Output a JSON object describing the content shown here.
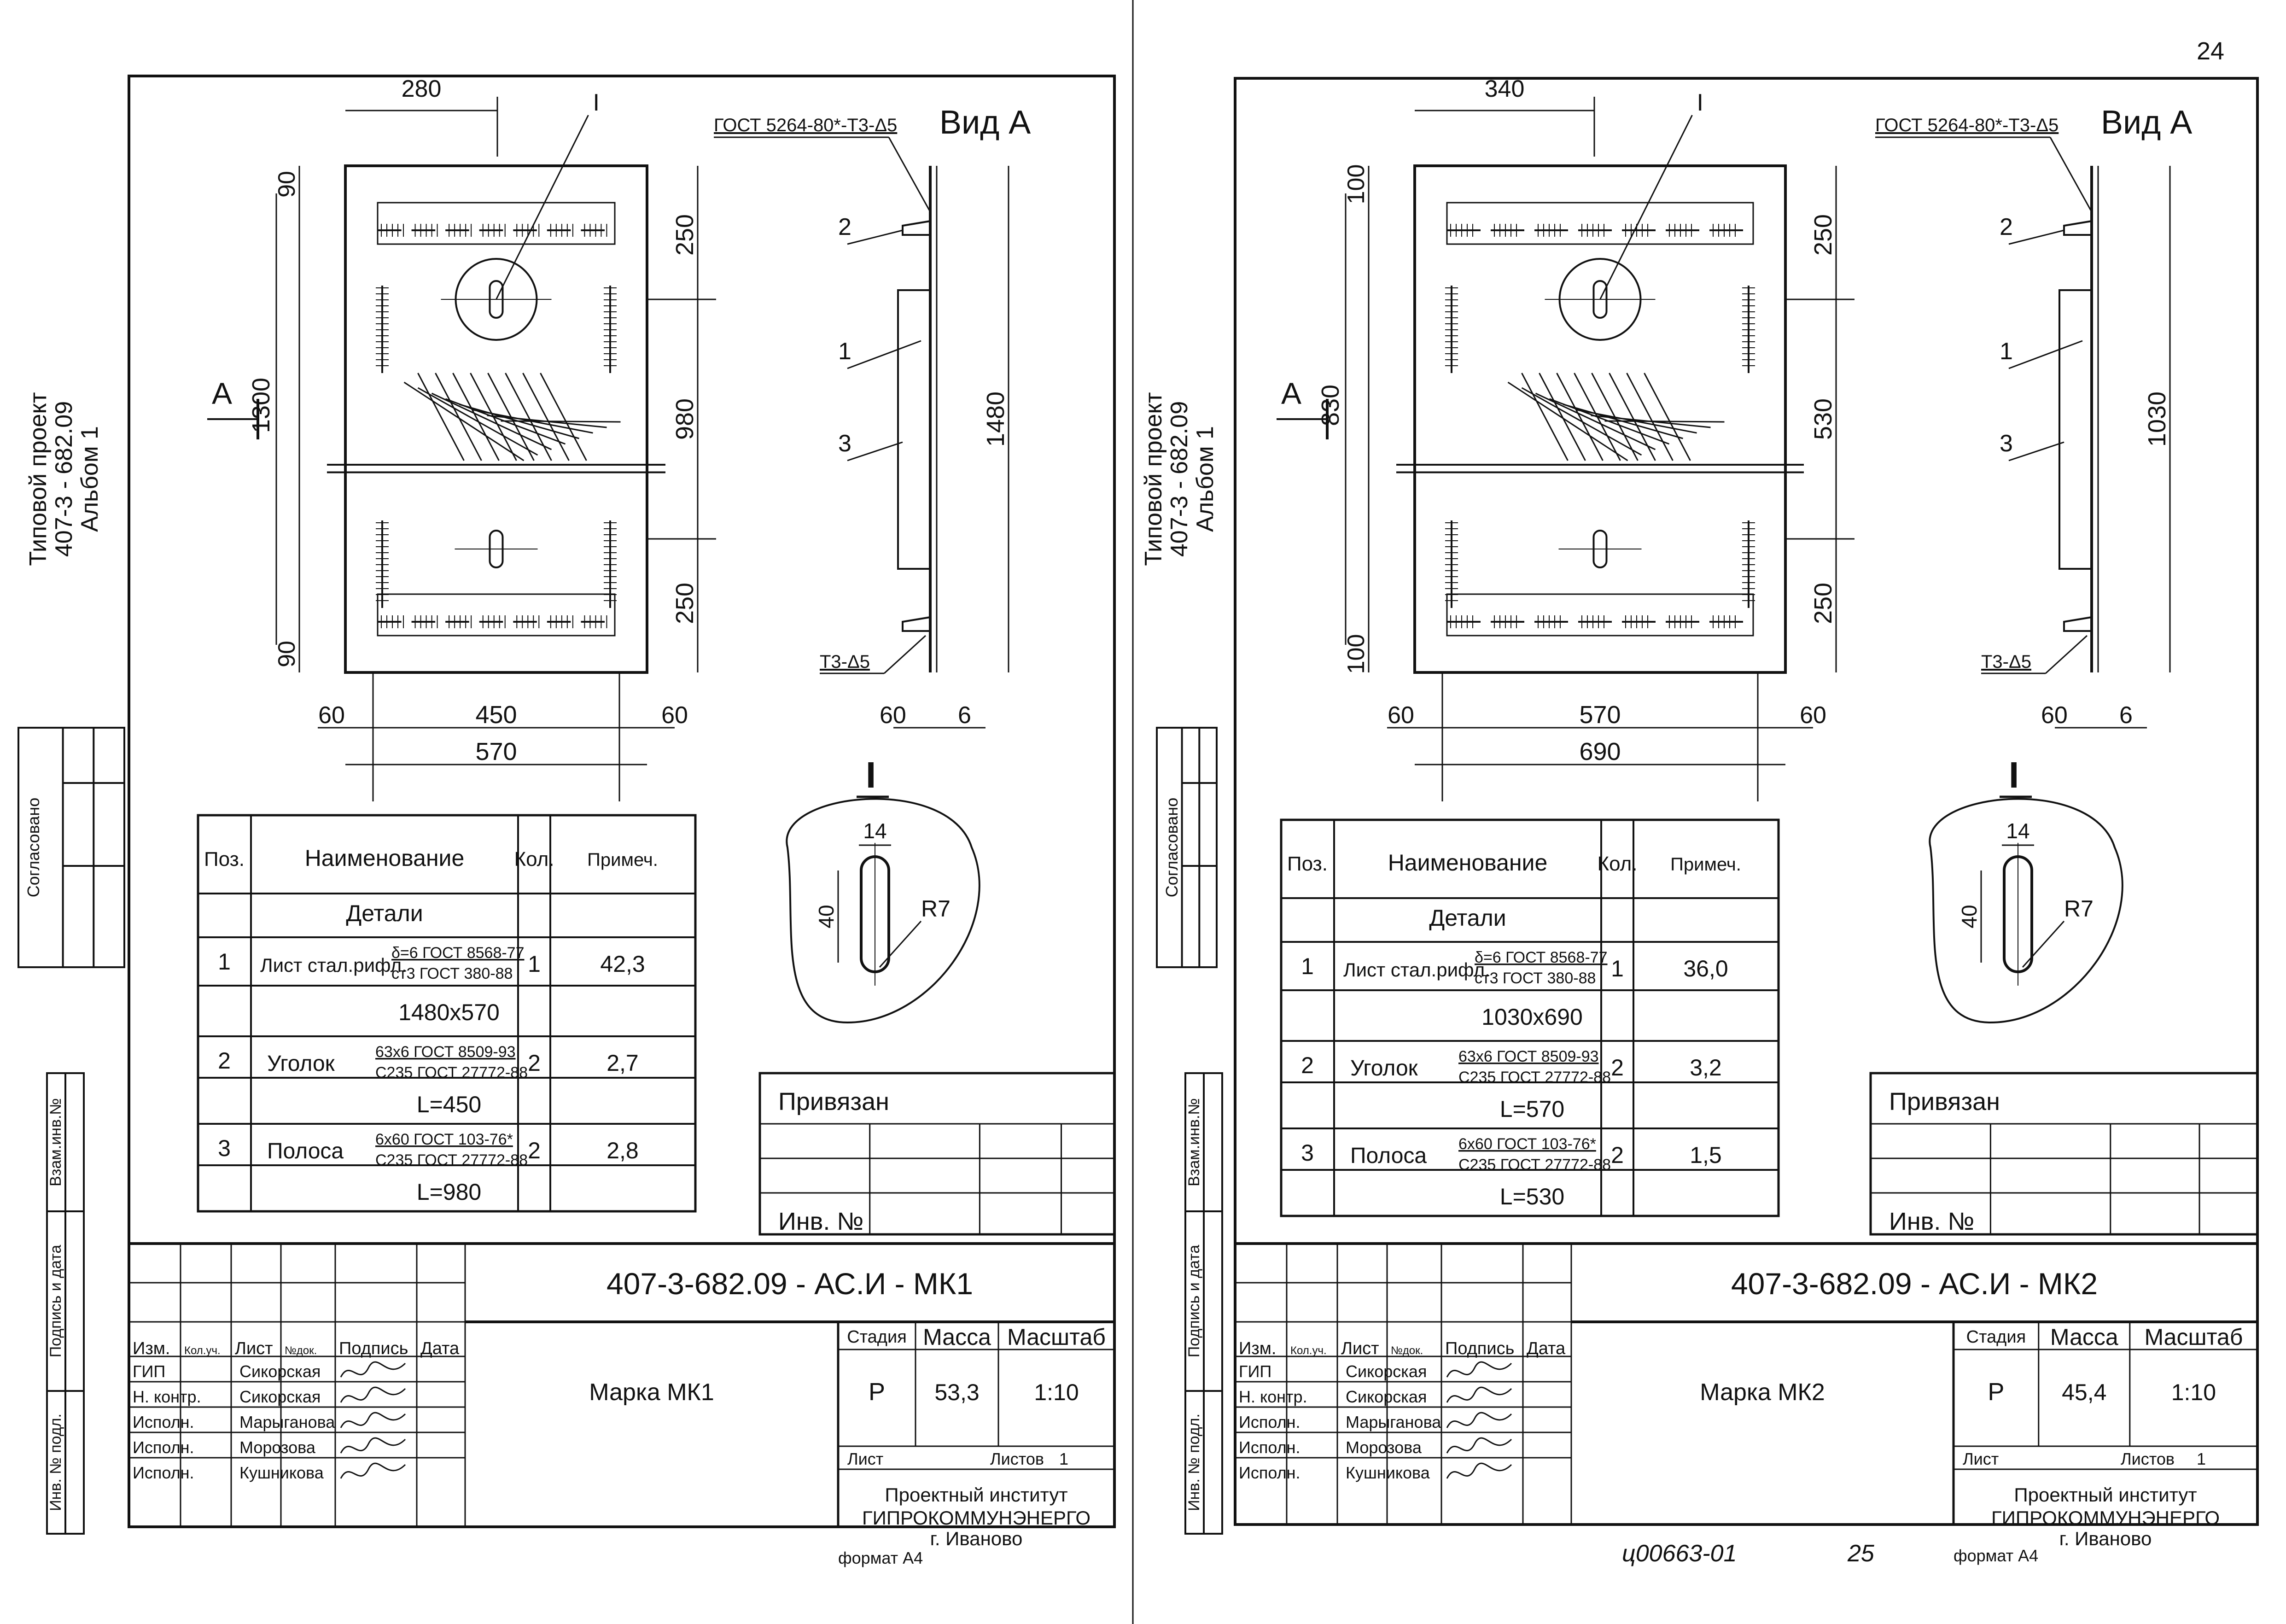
{
  "page_number": "24",
  "sheets": [
    {
      "side_block": {
        "project_line1": "Типовой проект",
        "project_line2": "407-3 - 682.09",
        "project_line3": "Альбом 1",
        "agreed": "Согласовано",
        "vzam": "Взам.инв.№",
        "podpis_data": "Подпись и дата",
        "inv_podl": "Инв. № подл."
      },
      "drawing": {
        "dim_top_offset": "280",
        "callout_I": "I",
        "dim_left_top": "90",
        "dim_left_bottom": "90",
        "dim_right_top": "250",
        "dim_right_mid": "980",
        "dim_right_bottom": "250",
        "dim_left_total": "1300",
        "dim_bottom_left": "60",
        "dim_bottom_mid": "450",
        "dim_bottom_right": "60",
        "dim_bottom_total": "570",
        "view_arrow": "A",
        "side_view_title": "Вид А",
        "weld_note_top": "ГОСТ 5264-80*-Т3-Δ5",
        "weld_note_bottom": "Т3-Δ5",
        "side_pos_2": "2",
        "side_pos_1": "1",
        "side_pos_3": "3",
        "side_height": "1480",
        "side_dim_left": "60",
        "side_dim_right": "6",
        "detail_title": "I",
        "detail_width": "14",
        "detail_height": "40",
        "detail_radius": "R7"
      },
      "spec": {
        "headers": [
          "Поз.",
          "Наименование",
          "Кол.",
          "Примеч."
        ],
        "section": "Детали",
        "rows": [
          {
            "pos": "1",
            "name": "Лист стал.рифл.",
            "std_top": "δ=6 ГОСТ 8568-77",
            "std_bottom": "ст3 ГОСТ 380-88",
            "qty": "1",
            "note": "42,3",
            "size": "1480х570"
          },
          {
            "pos": "2",
            "name": "Уголок",
            "std_top": "63х6 ГОСТ 8509-93",
            "std_bottom": "С235 ГОСТ 27772-88",
            "qty": "2",
            "note": "2,7",
            "size": "L=450"
          },
          {
            "pos": "3",
            "name": "Полоса",
            "std_top": "6х60 ГОСТ 103-76*",
            "std_bottom": "С235 ГОСТ 27772-88",
            "qty": "2",
            "note": "2,8",
            "size": "L=980"
          }
        ]
      },
      "privyazan": {
        "title": "Привязан",
        "inv": "Инв. №"
      },
      "title_block": {
        "code": "407-3-682.09 - АС.И - МК1",
        "name": "Марка МК1",
        "col_izm": "Изм.",
        "col_kol": "Кол.уч.",
        "col_list": "Лист",
        "col_ndok": "№док.",
        "col_podpis": "Подпись",
        "col_data": "Дата",
        "roles": [
          "ГИП",
          "Н. контр.",
          "Исполн.",
          "Исполн.",
          "Исполн."
        ],
        "names": [
          "Сикорская",
          "Сикорская",
          "Марыганова",
          "Морозова",
          "Кушникова"
        ],
        "stadia_label": "Стадия",
        "massa_label": "Масса",
        "masshtab_label": "Масштаб",
        "stadia": "Р",
        "massa": "53,3",
        "masshtab": "1:10",
        "list_label": "Лист",
        "listov_label": "Листов",
        "listov": "1",
        "org_line1": "Проектный институт",
        "org_line2": "ГИПРОКОММУНЭНЕРГО",
        "org_line3": "г. Иваново"
      },
      "format": "формат А4"
    },
    {
      "side_block": {
        "project_line1": "Типовой проект",
        "project_line2": "407-3 - 682.09",
        "project_line3": "Альбом 1",
        "agreed": "Согласовано",
        "vzam": "Взам.инв.№",
        "podpis_data": "Подпись и дата",
        "inv_podl": "Инв. № подл."
      },
      "drawing": {
        "dim_top_offset": "340",
        "callout_I": "I",
        "dim_left_top": "100",
        "dim_left_bottom": "100",
        "dim_right_top": "250",
        "dim_right_mid": "530",
        "dim_right_bottom": "250",
        "dim_left_total": "830",
        "dim_bottom_left": "60",
        "dim_bottom_mid": "570",
        "dim_bottom_right": "60",
        "dim_bottom_total": "690",
        "view_arrow": "A",
        "side_view_title": "Вид А",
        "weld_note_top": "ГОСТ 5264-80*-Т3-Δ5",
        "weld_note_bottom": "Т3-Δ5",
        "side_pos_2": "2",
        "side_pos_1": "1",
        "side_pos_3": "3",
        "side_height": "1030",
        "side_dim_left": "60",
        "side_dim_right": "6",
        "detail_title": "I",
        "detail_width": "14",
        "detail_height": "40",
        "detail_radius": "R7"
      },
      "spec": {
        "headers": [
          "Поз.",
          "Наименование",
          "Кол.",
          "Примеч."
        ],
        "section": "Детали",
        "rows": [
          {
            "pos": "1",
            "name": "Лист стал.рифл.",
            "std_top": "δ=6 ГОСТ 8568-77",
            "std_bottom": "ст3 ГОСТ 380-88",
            "qty": "1",
            "note": "36,0",
            "size": "1030х690"
          },
          {
            "pos": "2",
            "name": "Уголок",
            "std_top": "63х6 ГОСТ 8509-93",
            "std_bottom": "С235 ГОСТ 27772-88",
            "qty": "2",
            "note": "3,2",
            "size": "L=570"
          },
          {
            "pos": "3",
            "name": "Полоса",
            "std_top": "6х60 ГОСТ 103-76*",
            "std_bottom": "С235 ГОСТ 27772-88",
            "qty": "2",
            "note": "1,5",
            "size": "L=530"
          }
        ]
      },
      "privyazan": {
        "title": "Привязан",
        "inv": "Инв. №"
      },
      "title_block": {
        "code": "407-3-682.09 - АС.И - МК2",
        "name": "Марка МК2",
        "col_izm": "Изм.",
        "col_kol": "Кол.уч.",
        "col_list": "Лист",
        "col_ndok": "№док.",
        "col_podpis": "Подпись",
        "col_data": "Дата",
        "roles": [
          "ГИП",
          "Н. контр.",
          "Исполн.",
          "Исполн.",
          "Исполн."
        ],
        "names": [
          "Сикорская",
          "Сикорская",
          "Марыганова",
          "Морозова",
          "Кушникова"
        ],
        "stadia_label": "Стадия",
        "massa_label": "Масса",
        "masshtab_label": "Масштаб",
        "stadia": "Р",
        "massa": "45,4",
        "masshtab": "1:10",
        "list_label": "Лист",
        "listov_label": "Листов",
        "listov": "1",
        "org_line1": "Проектный институт",
        "org_line2": "ГИПРОКОММУНЭНЕРГО",
        "org_line3": "г. Иваново"
      },
      "format": "формат А4",
      "handwritten_code": "ц00663-01",
      "handwritten_page": "25"
    }
  ]
}
